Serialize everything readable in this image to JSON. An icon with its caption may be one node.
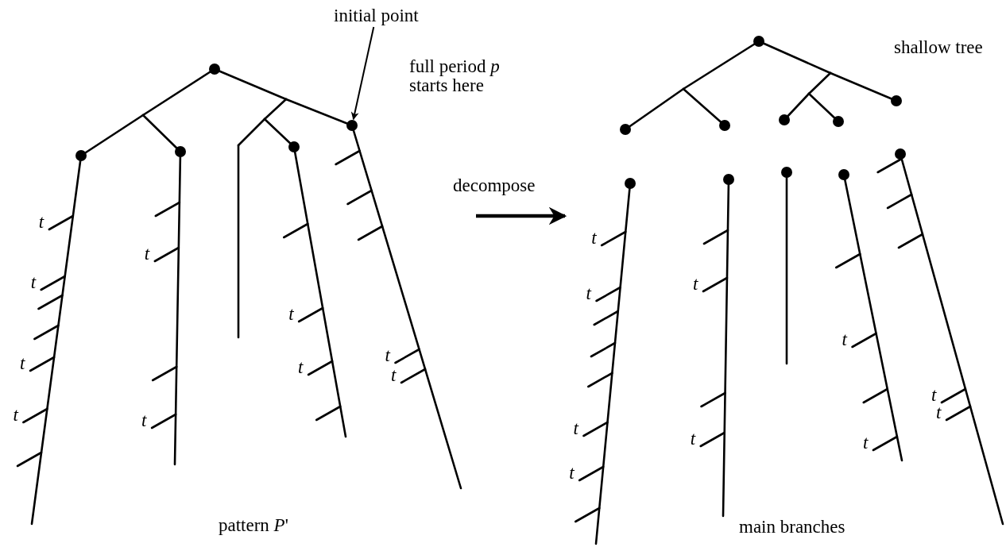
{
  "diagram": {
    "nodes": [
      {
        "text": [
          "initial point"
        ],
        "beside": [
          "full period *p* starts here"
        ]
      },
      {
        "text": [],
        "shape": "picture",
        "beside": [
          "pattern *P*'"
        ]
      },
      {
        "text": [],
        "shape": "circle",
        "in": 1
      },
      {
        "text": [],
        "shape": "picture"
      }
    ],
    "edges": [
      {
        "from": 0,
        "to": 2,
        "arrow": "to"
      },
      {
        "from": 1,
        "to": 3,
        "arrow": "to",
        "label": "decompose",
        "style": "thick"
      }
    ],
    "labels": [
      "t",
      "t",
      "t",
      "t",
      "t",
      "t",
      "t",
      "t",
      "t",
      "t",
      "shallow tree",
      "t",
      "t",
      "t",
      "t",
      "t",
      "t",
      "t",
      "t",
      "t",
      "t",
      "main branches"
    ]
  }
}
